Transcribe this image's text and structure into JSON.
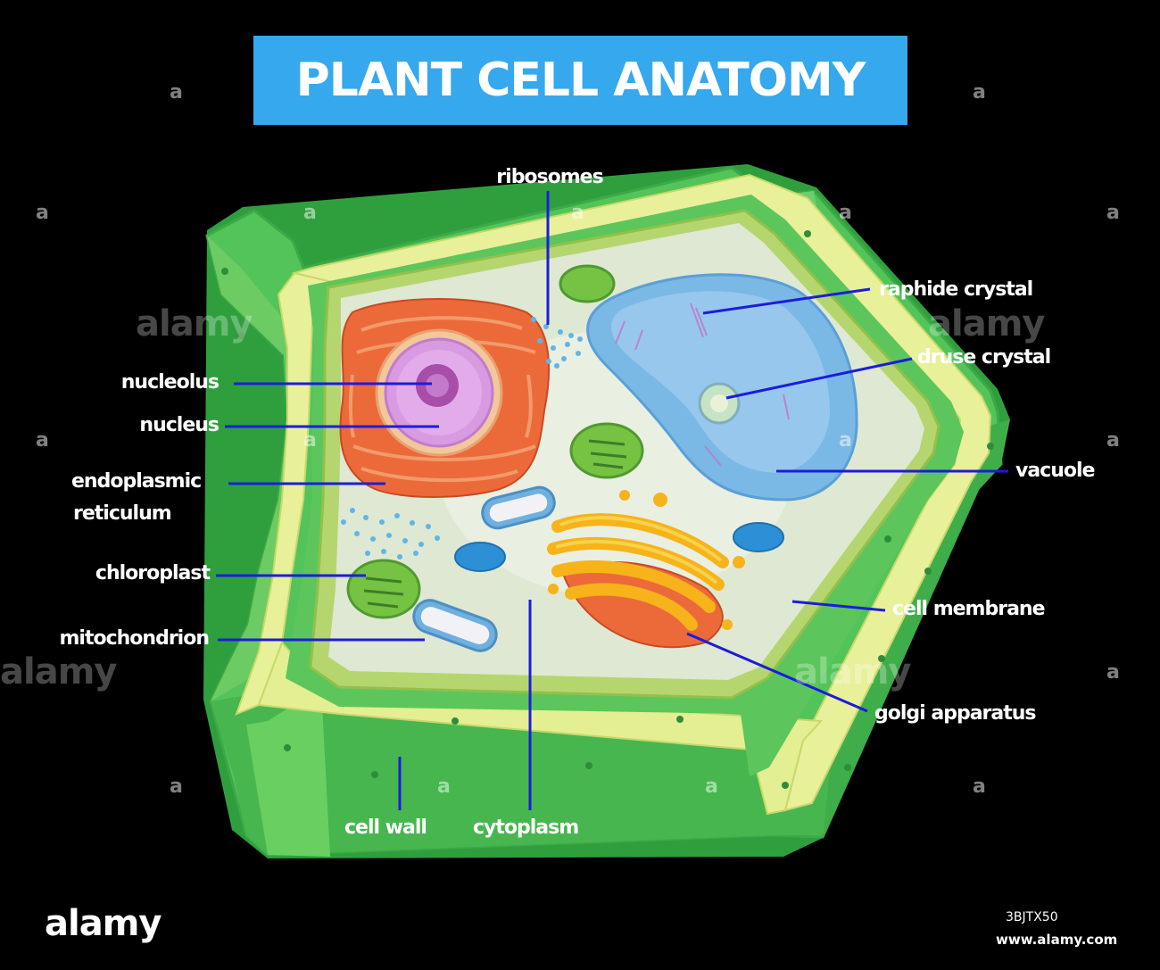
{
  "title": "PLANT CELL ANATOMY",
  "labels": {
    "ribosomes": "ribosomes",
    "raphide_crystal": "raphide crystal",
    "druse_crystal": "druse crystal",
    "nucleolus": "nucleolus",
    "nucleus": "nucleus",
    "endoplasmic_line1": "endoplasmic",
    "endoplasmic_line2": "reticulum",
    "vacuole": "vacuole",
    "chloroplast": "chloroplast",
    "cell_membrane": "cell membrane",
    "mitochondrion": "mitochondrion",
    "golgi_apparatus": "golgi apparatus",
    "cell_wall": "cell wall",
    "cytoplasm": "cytoplasm"
  },
  "watermark": {
    "logo": "alamy",
    "small_mark": "a",
    "image_id": "3BJTX50",
    "site": "www.alamy.com"
  },
  "colors": {
    "background": "#000000",
    "title_banner": "#36a8ee",
    "leader_line": "#1c1cdc",
    "cell_wall_green": "#4cbb50",
    "cell_wall_light": "#e6ef9a",
    "cytoplasm": "#dfe8d2",
    "nucleus_orange": "#ec6a3a",
    "vacuole_blue": "#7ab8e6",
    "golgi_yellow": "#f6b31a",
    "chloroplast_green": "#76c243"
  }
}
